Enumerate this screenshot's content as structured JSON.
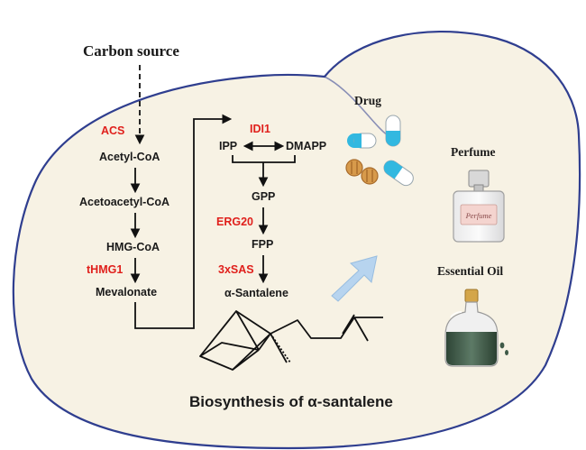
{
  "colors": {
    "cell_fill": "#f7f2e4",
    "cell_stroke": "#2f3e8f",
    "enzyme": "#e0201c",
    "text": "#1a1a1a",
    "arrow_blue": "#b7d4ef",
    "capsule_cyan": "#32b8e0",
    "bottle_oil": "#3f5a48"
  },
  "diagram": {
    "source_label": "Carbon source",
    "left_chain": {
      "enzyme_top": "ACS",
      "acetyl": "Acetyl-CoA",
      "acetoacetyl": "Acetoacetyl-CoA",
      "hmg": "HMG-CoA",
      "enzyme_bottom": "tHMG1",
      "mevalonate": "Mevalonate"
    },
    "right_chain": {
      "enzyme_idi": "IDI1",
      "ipp": "IPP",
      "dmapp": "DMAPP",
      "gpp": "GPP",
      "enzyme_erg": "ERG20",
      "fpp": "FPP",
      "enzyme_sas": "3xSAS",
      "santalene": "α-Santalene"
    },
    "caption": "Biosynthesis of α-santalene"
  },
  "products": {
    "drug": "Drug",
    "perfume": "Perfume",
    "perfume_bottle_label": "Perfume",
    "essential_oil": "Essential Oil"
  },
  "icons": [
    "drug-capsules-icon",
    "perfume-bottle-icon",
    "essential-oil-bottle-icon",
    "wide-arrow-icon",
    "santalene-structure-icon"
  ]
}
